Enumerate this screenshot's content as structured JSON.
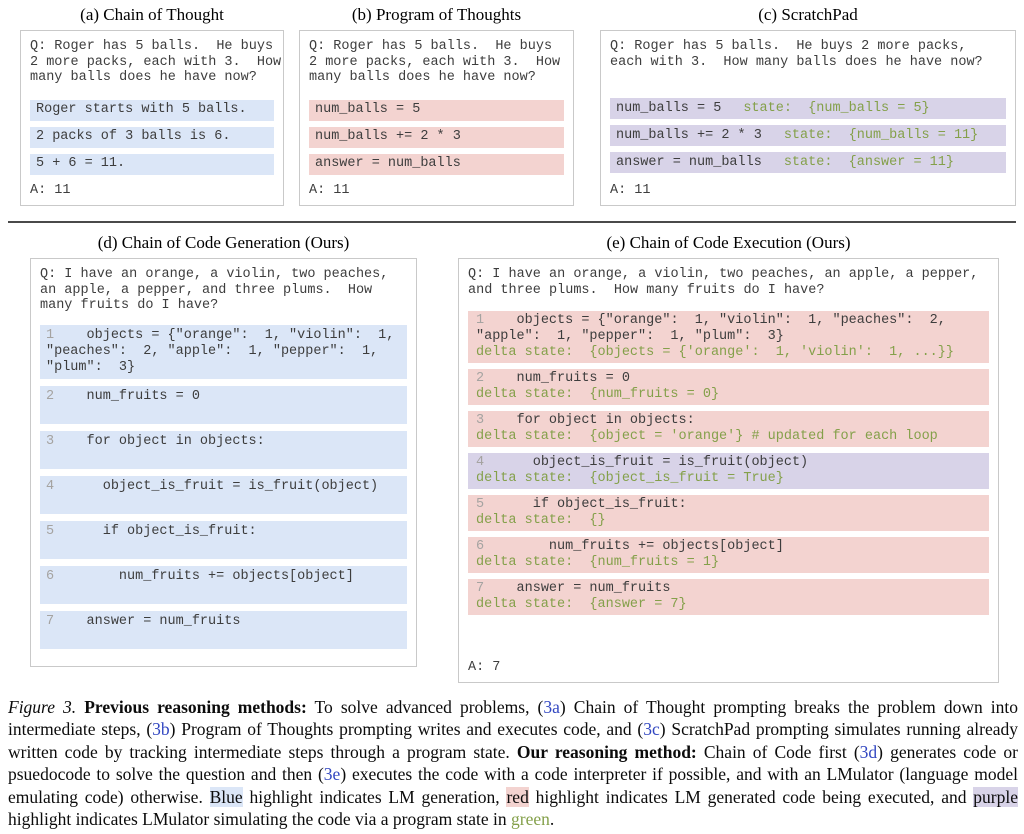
{
  "colors": {
    "blue_hl": "#dbe6f7",
    "red_hl": "#f3d3d0",
    "purple_hl": "#d8d3e8",
    "green_text": "#84a04a",
    "link_blue": "#3247c1",
    "line_number": "#a5a3a1"
  },
  "panels": [
    {
      "id": "a",
      "title": "(a) Chain of Thought",
      "question": "Q: Roger has 5 balls.  He buys\n2 more packs, each with 3.  How\nmany balls does he have now?",
      "rows": [
        {
          "color": "blue",
          "code": [
            "Roger starts with 5 balls."
          ]
        },
        {
          "color": "blue",
          "code": [
            "2 packs of 3 balls is 6."
          ]
        },
        {
          "color": "blue",
          "code": [
            "5 + 6 = 11."
          ]
        }
      ],
      "answer": "A: 11"
    },
    {
      "id": "b",
      "title": "(b) Program of Thoughts",
      "question": "Q: Roger has 5 balls.  He buys\n2 more packs, each with 3.  How\nmany balls does he have now?",
      "rows": [
        {
          "color": "red",
          "code": [
            "num_balls = 5"
          ]
        },
        {
          "color": "red",
          "code": [
            "num_balls += 2 * 3"
          ]
        },
        {
          "color": "red",
          "code": [
            "answer = num_balls"
          ]
        }
      ],
      "answer": "A: 11"
    },
    {
      "id": "c",
      "title": "(c) ScratchPad",
      "question": "Q: Roger has 5 balls.  He buys 2 more packs,\neach with 3.  How many balls does he have now?",
      "rows": [
        {
          "color": "purple",
          "code": [
            "num_balls = 5"
          ],
          "state": "state:  {num_balls = 5}"
        },
        {
          "color": "purple",
          "code": [
            "num_balls += 2 * 3"
          ],
          "state": "state:  {num_balls = 11}"
        },
        {
          "color": "purple",
          "code": [
            "answer = num_balls"
          ],
          "state": "state:  {answer = 11}"
        }
      ],
      "answer": "A: 11"
    },
    {
      "id": "d",
      "title": "(d) Chain of Code Generation (Ours)",
      "question": "Q: I have an orange, a violin, two peaches,\nan apple, a pepper, and three plums.  How\nmany fruits do I have?",
      "rows": [
        {
          "color": "blue",
          "num": "1",
          "code": [
            "    objects = {\"orange\":  1, \"violin\":  1,",
            "\"peaches\":  2, \"apple\":  1, \"pepper\":  1,",
            "\"plum\":  3}"
          ]
        },
        {
          "color": "blue",
          "num": "2",
          "code": [
            "    num_fruits = 0"
          ]
        },
        {
          "color": "blue",
          "num": "3",
          "code": [
            "    for object in objects:"
          ]
        },
        {
          "color": "blue",
          "num": "4",
          "code": [
            "      object_is_fruit = is_fruit(object)"
          ]
        },
        {
          "color": "blue",
          "num": "5",
          "code": [
            "      if object_is_fruit:"
          ]
        },
        {
          "color": "blue",
          "num": "6",
          "code": [
            "        num_fruits += objects[object]"
          ]
        },
        {
          "color": "blue",
          "num": "7",
          "code": [
            "    answer = num_fruits"
          ]
        }
      ]
    },
    {
      "id": "e",
      "title": "(e) Chain of Code Execution (Ours)",
      "question": "Q: I have an orange, a violin, two peaches, an apple, a pepper,\nand three plums.  How many fruits do I have?",
      "rows": [
        {
          "color": "red",
          "num": "1",
          "code": [
            "    objects = {\"orange\":  1, \"violin\":  1, \"peaches\":  2,",
            "\"apple\":  1, \"pepper\":  1, \"plum\":  3}"
          ],
          "delta": "delta state:  {objects = {'orange':  1, 'violin':  1, ...}}"
        },
        {
          "color": "red",
          "num": "2",
          "code": [
            "    num_fruits = 0"
          ],
          "delta": "delta state:  {num_fruits = 0}"
        },
        {
          "color": "red",
          "num": "3",
          "code": [
            "    for object in objects:"
          ],
          "delta": "delta state:  {object = 'orange'} # updated for each loop"
        },
        {
          "color": "purple",
          "num": "4",
          "code": [
            "      object_is_fruit = is_fruit(object)"
          ],
          "delta": "delta state:  {object_is_fruit = True}"
        },
        {
          "color": "red",
          "num": "5",
          "code": [
            "      if object_is_fruit:"
          ],
          "delta": "delta state:  {}"
        },
        {
          "color": "red",
          "num": "6",
          "code": [
            "        num_fruits += objects[object]"
          ],
          "delta": "delta state:  {num_fruits = 1}"
        },
        {
          "color": "red",
          "num": "7",
          "code": [
            "    answer = num_fruits"
          ],
          "delta": "delta state:  {answer = 7}"
        }
      ],
      "answer": "A: 7"
    }
  ],
  "caption": {
    "segments": [
      {
        "text": "Figure 3.",
        "style": "italic"
      },
      {
        "text": " ",
        "style": ""
      },
      {
        "text": "Previous reasoning methods:",
        "style": "bold"
      },
      {
        "text": " To solve advanced problems, (",
        "style": ""
      },
      {
        "text": "3a",
        "style": "link"
      },
      {
        "text": ") Chain of Thought prompting breaks the problem down into intermediate steps, (",
        "style": ""
      },
      {
        "text": "3b",
        "style": "link"
      },
      {
        "text": ") Program of Thoughts prompting writes and executes code, and (",
        "style": ""
      },
      {
        "text": "3c",
        "style": "link"
      },
      {
        "text": ") ScratchPad prompting simulates running already written code by tracking intermediate steps through a program state. ",
        "style": ""
      },
      {
        "text": "Our reasoning method:",
        "style": "bold"
      },
      {
        "text": " Chain of Code first (",
        "style": ""
      },
      {
        "text": "3d",
        "style": "link"
      },
      {
        "text": ") generates code or psuedocode to solve the question and then (",
        "style": ""
      },
      {
        "text": "3e",
        "style": "link"
      },
      {
        "text": ") executes the code with a code interpreter if possible, and with an LMulator (language model emulating code) otherwise. ",
        "style": ""
      },
      {
        "text": "Blue",
        "style": "hl-blue"
      },
      {
        "text": " highlight indicates LM generation, ",
        "style": ""
      },
      {
        "text": "red",
        "style": "hl-red"
      },
      {
        "text": " highlight indicates LM generated code being executed, and ",
        "style": ""
      },
      {
        "text": "purple",
        "style": "hl-purple"
      },
      {
        "text": " highlight indicates LMulator simulating the code via a program state in ",
        "style": ""
      },
      {
        "text": "green",
        "style": "green"
      },
      {
        "text": ".",
        "style": ""
      }
    ]
  }
}
